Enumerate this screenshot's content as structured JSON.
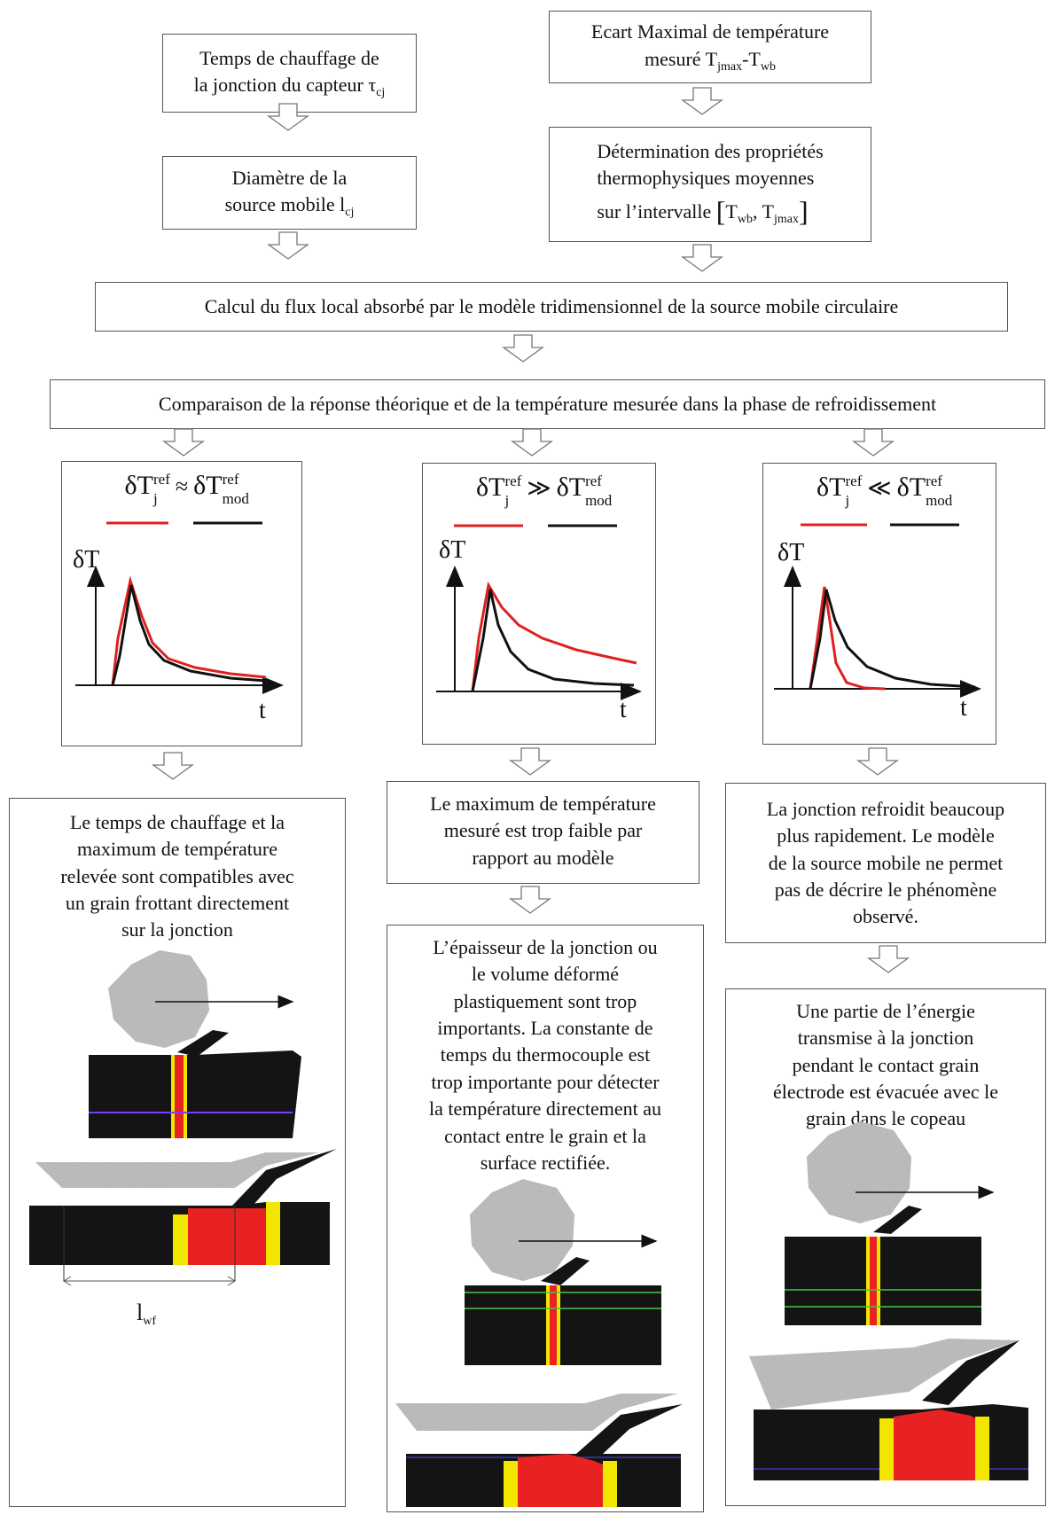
{
  "boxes": {
    "chauffage": [
      "Temps de chauffage de",
      "la jonction du capteur τ",
      "cj"
    ],
    "ecart": [
      "Ecart Maximal de température",
      "mesuré T",
      "jmax",
      "-T",
      "wb"
    ],
    "diametre": [
      "Diamètre de la",
      "source mobile l",
      "cj"
    ],
    "determination": [
      "Détermination des propriétés",
      "thermophysiques moyennes",
      "sur l’intervalle",
      "T",
      "wb",
      ", T",
      "jmax"
    ],
    "calcul": "Calcul du flux local absorbé par le modèle tridimensionnel de la source mobile circulaire",
    "comparaison": "Comparaison de la réponse théorique et de la température mesurée dans la phase de refroidissement"
  },
  "graphs": [
    {
      "rel": "≈",
      "lhs": "δT",
      "lhs_sup": "ref",
      "lhs_sub": "j",
      "rhs": "δT",
      "rhs_sup": "ref",
      "rhs_sub": "mod",
      "ylabel": "δT",
      "xlabel": "t"
    },
    {
      "rel": "≫",
      "lhs": "δT",
      "lhs_sup": "ref",
      "lhs_sub": "j",
      "rhs": "δT",
      "rhs_sup": "ref",
      "rhs_sub": "mod",
      "ylabel": "δT",
      "xlabel": "t"
    },
    {
      "rel": "≪",
      "lhs": "δT",
      "lhs_sup": "ref",
      "lhs_sub": "j",
      "rhs": "δT",
      "rhs_sup": "ref",
      "rhs_sub": "mod",
      "ylabel": "δT",
      "xlabel": "t"
    }
  ],
  "conclusions": {
    "left": [
      "Le temps de chauffage et la",
      "maximum de température",
      "relevée sont compatibles avec",
      "un grain frottant directement",
      "sur la jonction"
    ],
    "left_dim": "l",
    "left_dim_sub": "wf",
    "mid_top": [
      "Le maximum de température",
      "mesuré est trop faible par",
      "rapport au modèle"
    ],
    "mid_bottom": [
      "L’épaisseur de la jonction ou",
      "le volume déformé",
      "plastiquement sont trop",
      "importants. La constante de",
      "temps du thermocouple est",
      "trop importante pour détecter",
      "la température directement au",
      "contact entre le grain et la",
      "surface rectifiée."
    ],
    "right_top": [
      "La jonction refroidit beaucoup",
      "plus rapidement. Le modèle",
      "de la source mobile ne permet",
      "pas de décrire le phénomène",
      "observé."
    ],
    "right_bottom": [
      "Une partie de l’énergie",
      "transmise à la jonction",
      "pendant le contact grain",
      "électrode est évacuée avec le",
      "grain dans le copeau"
    ]
  },
  "colors": {
    "measured": "#e02020",
    "model": "#111111",
    "workpiece": "#141414",
    "junction": "#e82222",
    "junction_edge": "#f2e600",
    "grain": "#bfbfbf"
  }
}
